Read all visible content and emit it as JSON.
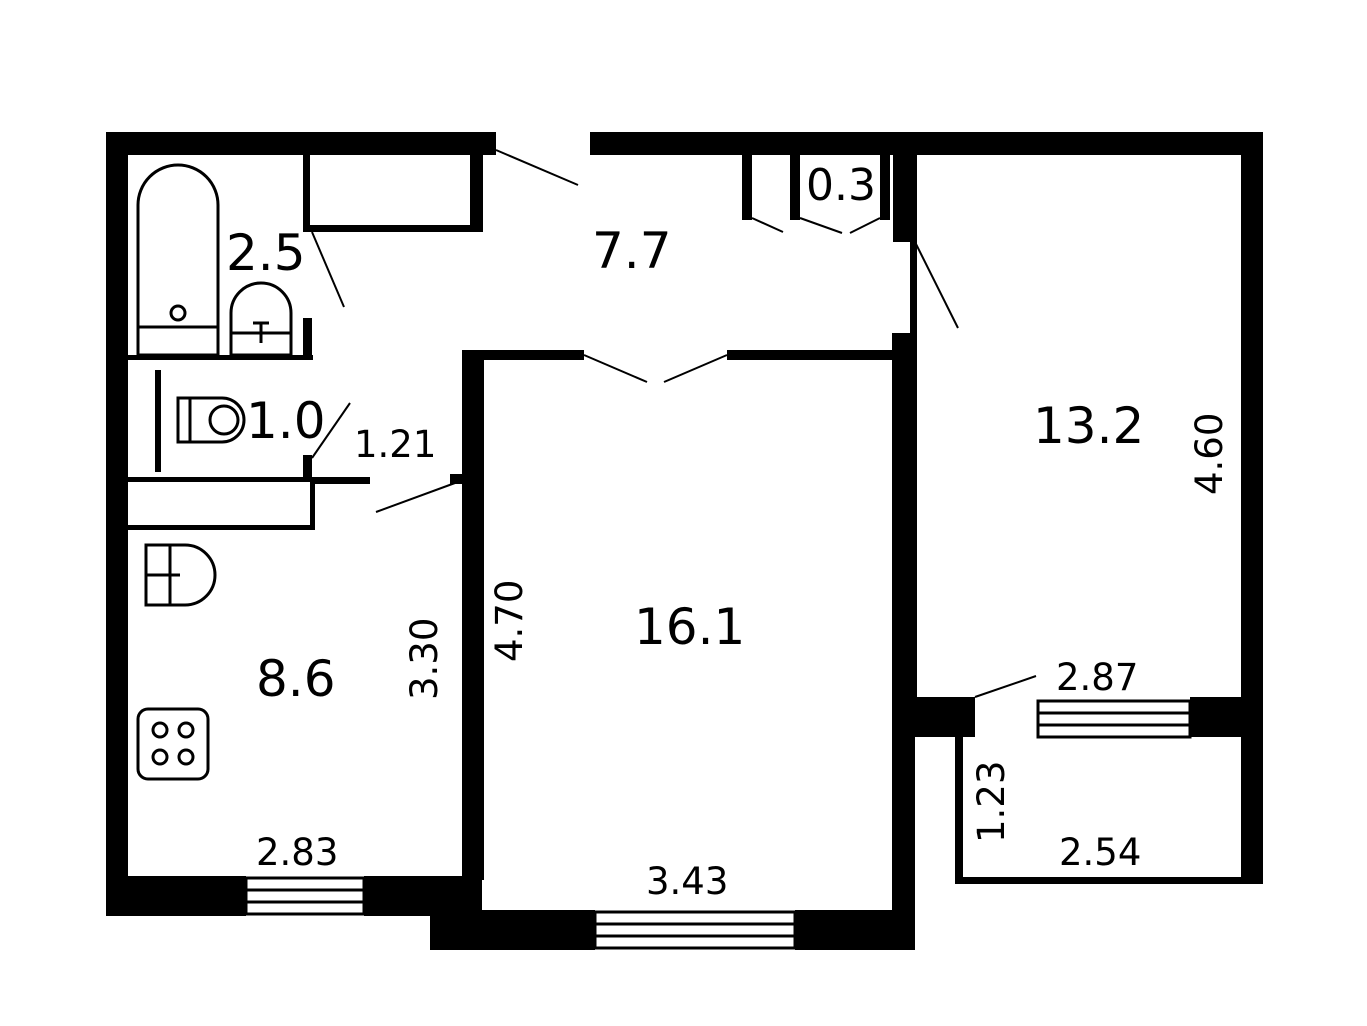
{
  "rooms": {
    "bathroom": "2.5",
    "hall": "7.7",
    "closet": "0.3",
    "bedroom": "13.2",
    "toilet": "1.0",
    "living_room": "16.1",
    "kitchen": "8.6"
  },
  "dimensions": {
    "corridor_width": "1.21",
    "bedroom_depth": "4.60",
    "living_depth": "4.70",
    "kitchen_depth": "3.30",
    "kitchen_width": "2.83",
    "living_width": "3.43",
    "bedroom_width": "2.87",
    "balcony_depth": "1.23",
    "balcony_width": "2.54"
  },
  "colors": {
    "wall": "#000000",
    "background": "#ffffff"
  }
}
